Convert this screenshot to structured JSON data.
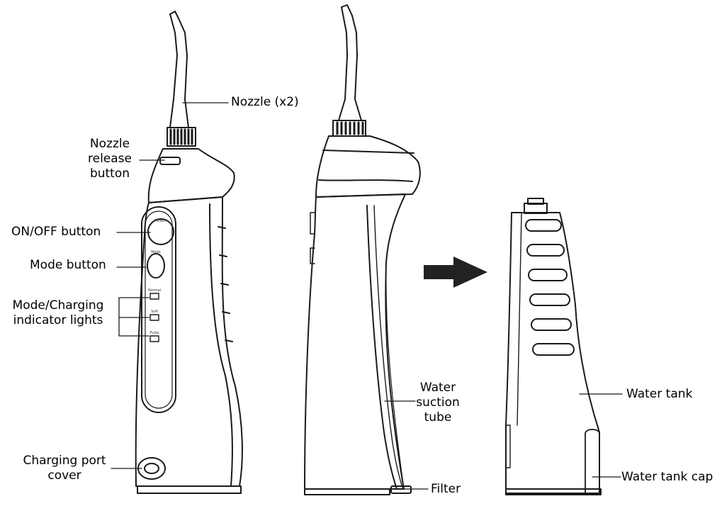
{
  "labels": {
    "nozzle": "Nozzle (x2)",
    "nozzle_release": [
      "Nozzle",
      "release",
      "button"
    ],
    "on_off": "ON/OFF button",
    "mode": "Mode button",
    "indicator": [
      "Mode/Charging",
      "indicator lights"
    ],
    "charging_port": [
      "Charging port",
      "cover"
    ],
    "water_suction": [
      "Water",
      "suction",
      "tube"
    ],
    "filter": "Filter",
    "water_tank": "Water tank",
    "water_tank_cap": "Water tank cap"
  },
  "device_markings": {
    "on_off": "Power",
    "mode": "Mode",
    "lights": [
      "Normal",
      "Soft",
      "Pulse"
    ]
  },
  "colors": {
    "line": "#1a1a1a",
    "arrow": "#222222"
  }
}
